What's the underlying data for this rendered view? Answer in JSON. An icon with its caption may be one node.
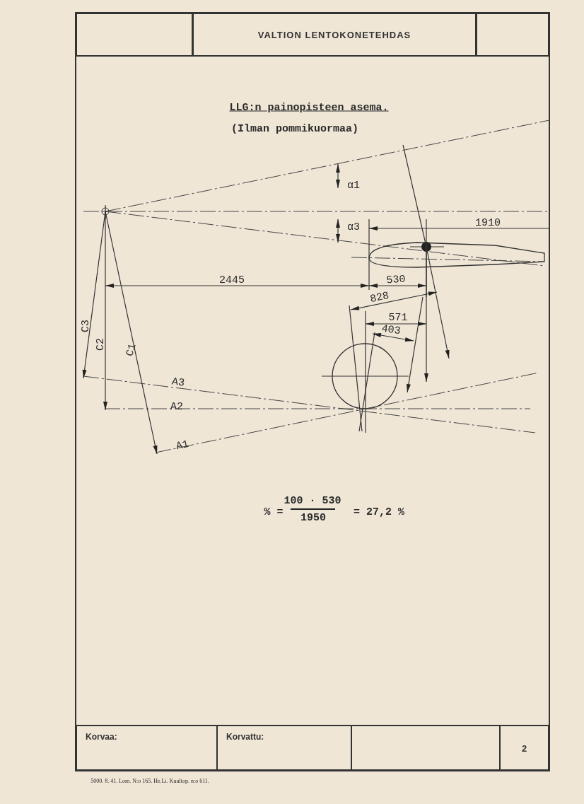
{
  "diagram": {
    "title": "LLG:n painopisteen asema.",
    "nodes": [
      {
        "text": [],
        "shape": "box"
      },
      {
        "text": [
          "VALTION LENTOKONETEHDAS"
        ]
      },
      {
        "text": [],
        "shape": "box"
      },
      {
        "text": [
          "Korvaa:"
        ]
      },
      {
        "text": [
          "Korvattu:"
        ]
      },
      {
        "text": [],
        "shape": "box"
      },
      {
        "text": [
          "2"
        ]
      }
    ],
    "labels": [
      "(Ilman pommikuormaa)",
      "α1",
      "α3",
      "1910",
      "2445",
      "530",
      "828",
      "571",
      "403",
      "C3",
      "C2",
      "C1",
      "A3",
      "A2",
      "A1",
      "% =",
      "100 · 530",
      "1950",
      "= 27,2 %",
      "5000. 8. 41. Lom. N:o 165. He.Li. Kuultop. n:o 611."
    ]
  }
}
